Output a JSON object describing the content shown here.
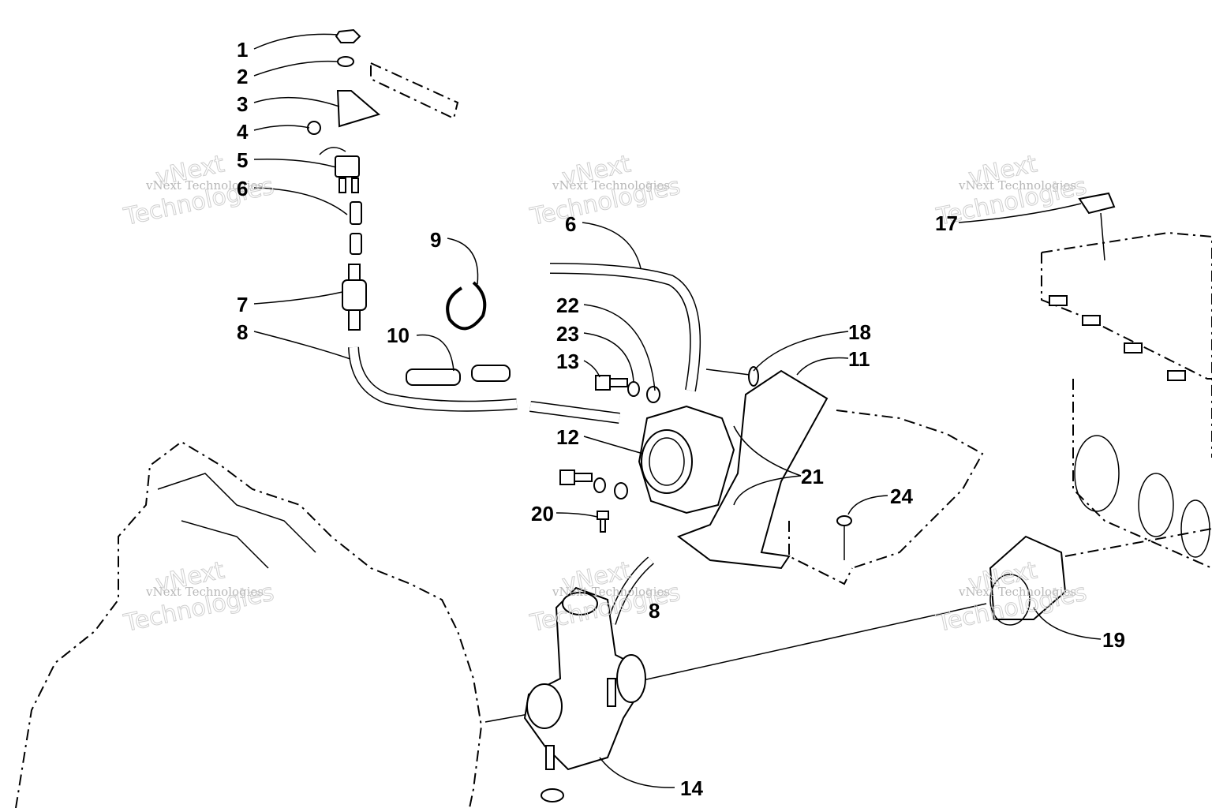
{
  "callouts": {
    "c1": "1",
    "c2": "2",
    "c3": "3",
    "c4": "4",
    "c5": "5",
    "c6a": "6",
    "c7": "7",
    "c8a": "8",
    "c9": "9",
    "c10": "10",
    "c6b": "6",
    "c22": "22",
    "c23": "23",
    "c13": "13",
    "c18": "18",
    "c11": "11",
    "c12": "12",
    "c21": "21",
    "c20": "20",
    "c24": "24",
    "c17": "17",
    "c19": "19",
    "c8b": "8",
    "c14": "14"
  },
  "watermark": {
    "line1": "vNext Technologies",
    "line2": "Technologies",
    "mark": "vNext"
  }
}
